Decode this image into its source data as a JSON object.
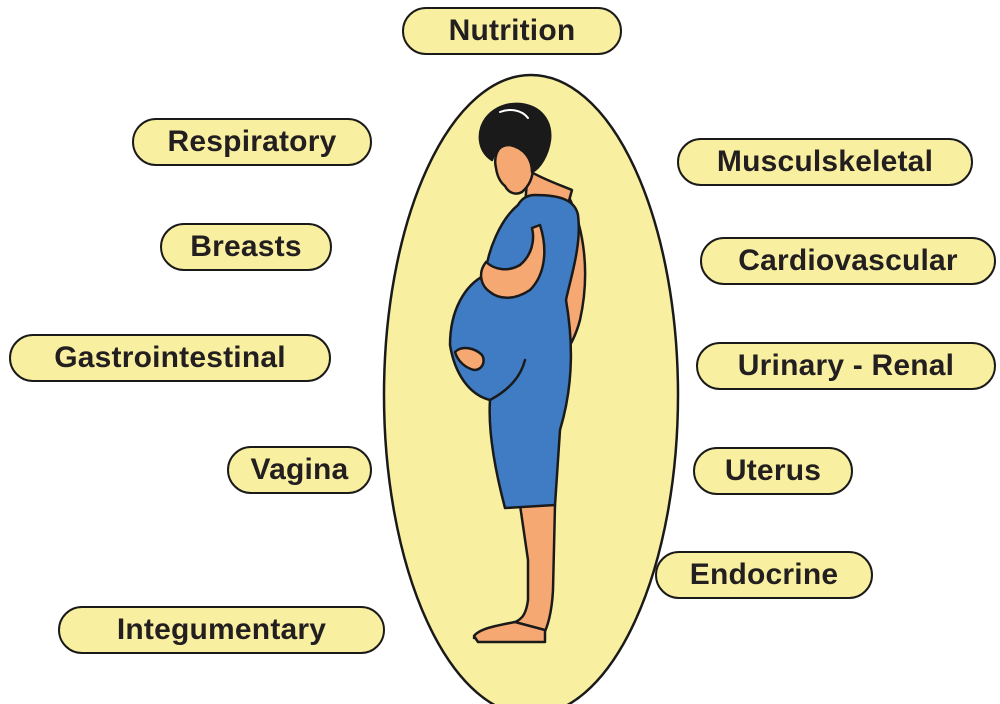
{
  "colors": {
    "pill_fill": "#f8f0a0",
    "oval_fill": "#f8f0a0",
    "outline": "#1a1a1a",
    "dress": "#3f7cc4",
    "skin": "#f6a872",
    "hair": "#1a1a1a"
  },
  "figure": {
    "subject": "pregnant-woman-illustration"
  },
  "labels": {
    "nutrition": "Nutrition",
    "respiratory": "Respiratory",
    "musculoskeletal": "Musculskeletal",
    "breasts": "Breasts",
    "cardiovascular": "Cardiovascular",
    "gastrointestinal": "Gastrointestinal",
    "urinary_renal": "Urinary - Renal",
    "vagina": "Vagina",
    "uterus": "Uterus",
    "endocrine": "Endocrine",
    "integumentary": "Integumentary"
  }
}
